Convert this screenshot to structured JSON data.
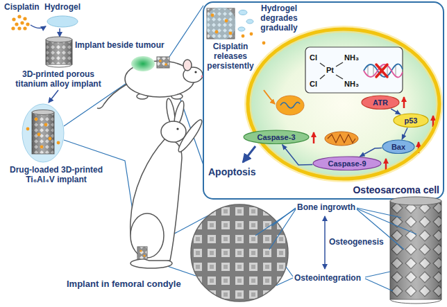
{
  "diagram": {
    "nodes": [
      {
        "text": [
          "Osteosarcoma cell"
        ]
      },
      {
        "text": [
          "ATR"
        ],
        "in": 0
      },
      {
        "text": [
          "p53"
        ],
        "in": 0
      },
      {
        "text": [
          "Bax"
        ],
        "in": 0
      },
      {
        "text": [
          "Caspase-9"
        ],
        "in": 0
      },
      {
        "text": [
          "Caspase-3"
        ],
        "in": 0
      }
    ],
    "edges": [
      {
        "from": 1,
        "to": 2,
        "arrow": "to"
      },
      {
        "from": 2,
        "to": 3,
        "arrow": "to"
      },
      {
        "from": 3,
        "to": 4,
        "arrow": "to"
      },
      {
        "from": 4,
        "to": 5,
        "arrow": "to"
      }
    ],
    "labels": [
      "Cisplatin",
      "Hydrogel",
      "3D-printed porous titanium alloy implant",
      "Implant beside tumour",
      "Drug-loaded 3D-printed Ti₆Al₄V implant",
      "Implant in femoral condyle",
      "Hydrogel degrades gradually",
      "Cisplatin releases persistently",
      "Cl",
      "NH₃",
      "Pt",
      "Cl",
      "NH₃",
      "Apoptosis",
      "Bone ingrowth",
      "Osteogenesis",
      "Osteointegration"
    ]
  }
}
